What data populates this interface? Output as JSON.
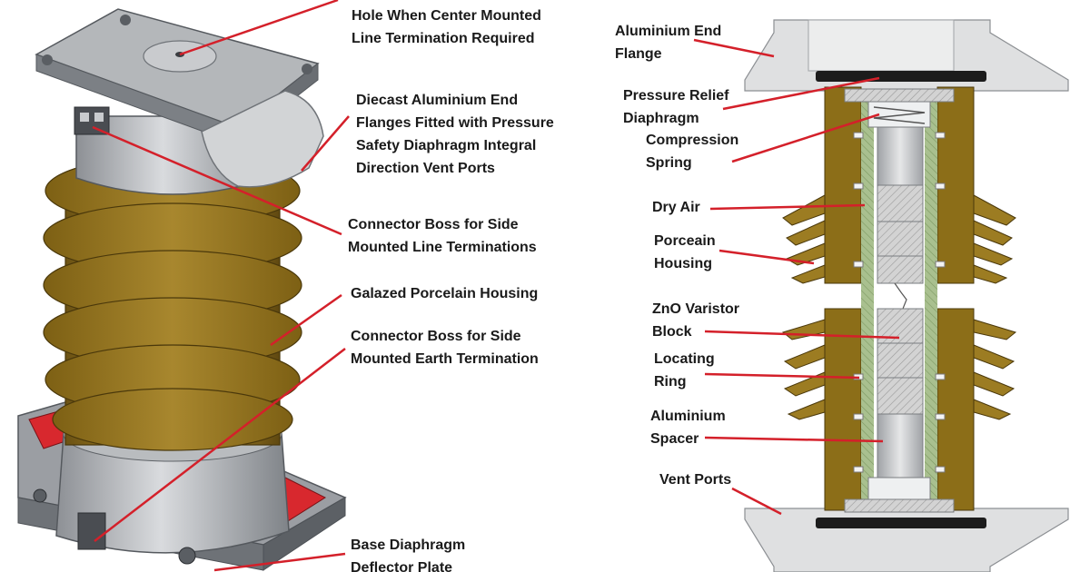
{
  "colors": {
    "leader": "#d4202a",
    "porcelain": "#8f6f1e",
    "porcelain_light": "#b8962e",
    "metal": "#a9acb0",
    "metal_dark": "#6f7378",
    "red_plate": "#d8282e",
    "block": "#c9c9c9"
  },
  "left_labels": [
    {
      "key": "top-hole",
      "lines": [
        "Hole When Center Mounted",
        "Line Termination Required"
      ]
    },
    {
      "key": "end-flanges",
      "lines": [
        "Diecast Aluminium End",
        "Flanges Fitted with Pressure",
        "Safety  Diaphragm  Integral",
        "Direction Vent Ports"
      ]
    },
    {
      "key": "connector-boss-line",
      "lines": [
        "Connector Boss for Side",
        "Mounted Line Terminations"
      ]
    },
    {
      "key": "glazed-housing",
      "lines": [
        "Galazed Porcelain Housing"
      ]
    },
    {
      "key": "connector-boss-earth",
      "lines": [
        "Connector Boss for Side",
        "Mounted Earth Termination"
      ]
    },
    {
      "key": "base-diaphragm",
      "lines": [
        "Base Diaphragm",
        "Deflector Plate"
      ]
    }
  ],
  "right_labels": [
    {
      "key": "end-flange",
      "lines": [
        "Aluminium End",
        "Flange"
      ]
    },
    {
      "key": "pressure-relief",
      "lines": [
        "Pressure Relief",
        "Diaphragm"
      ]
    },
    {
      "key": "compression-spring",
      "lines": [
        "Compression",
        "Spring"
      ]
    },
    {
      "key": "dry-air",
      "lines": [
        "Dry Air"
      ]
    },
    {
      "key": "porcelain-housing",
      "lines": [
        "Porceain",
        "Housing"
      ]
    },
    {
      "key": "zno-block",
      "lines": [
        "ZnO Varistor",
        "Block"
      ]
    },
    {
      "key": "locating-ring",
      "lines": [
        "Locating",
        "Ring"
      ]
    },
    {
      "key": "aluminium-spacer",
      "lines": [
        "Aluminium",
        "Spacer"
      ]
    },
    {
      "key": "vent-ports",
      "lines": [
        "Vent Ports"
      ]
    }
  ]
}
